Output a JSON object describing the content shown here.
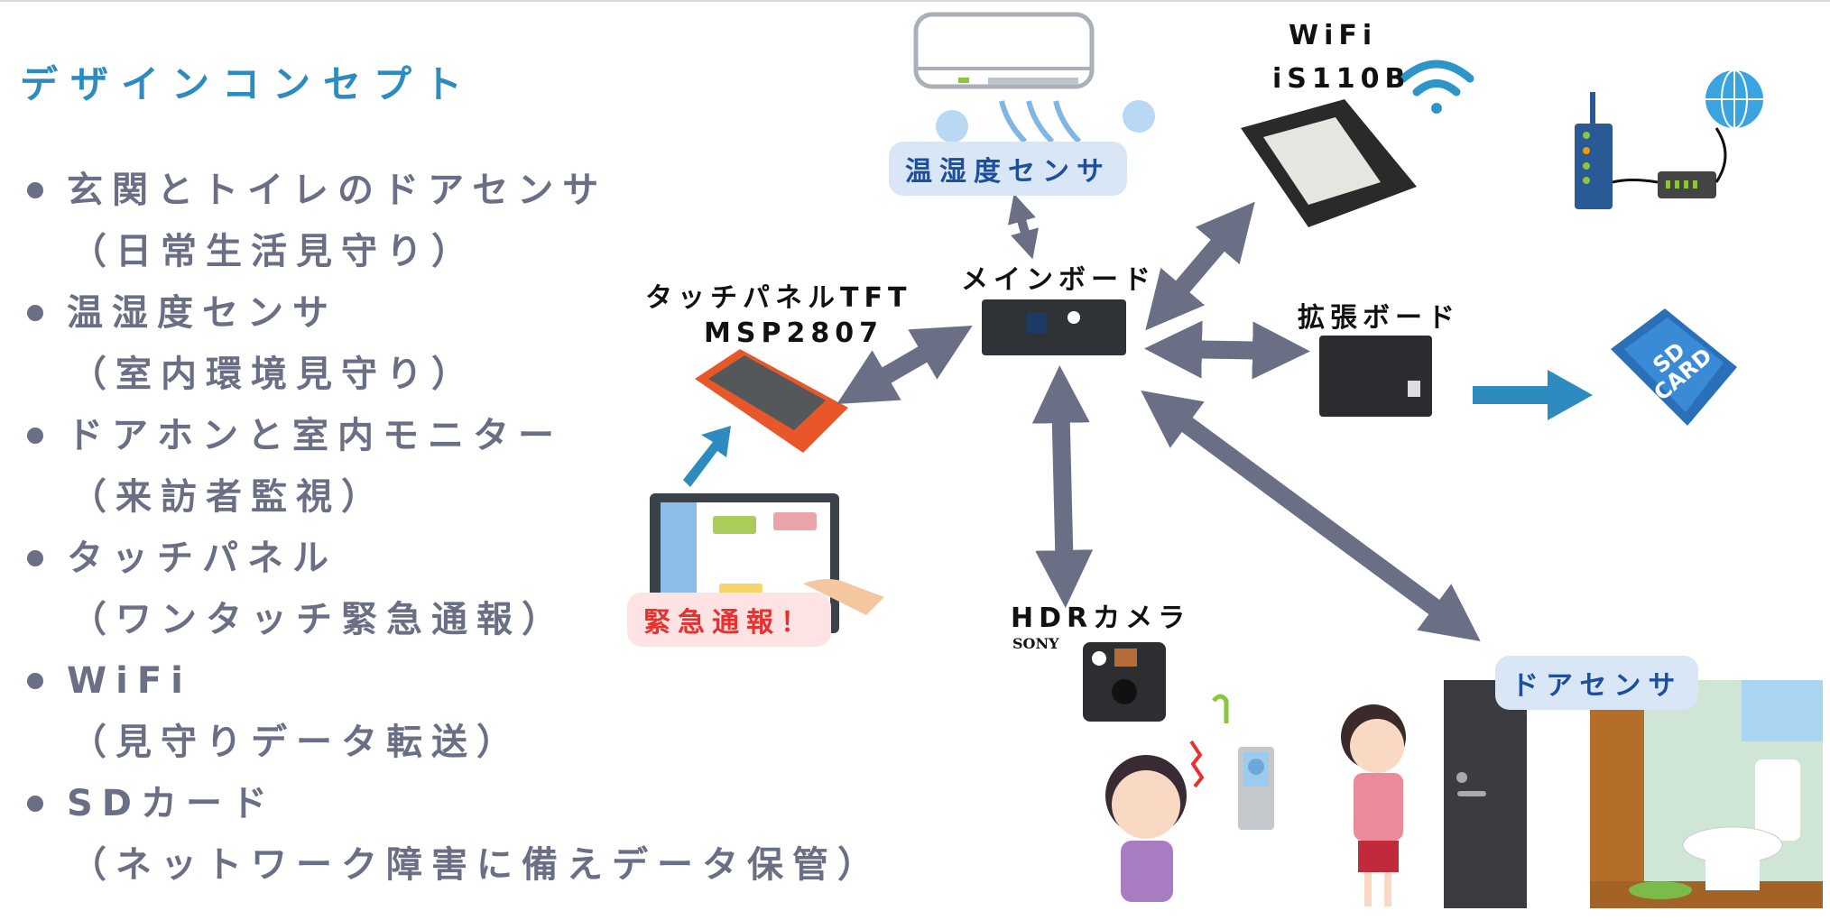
{
  "title": "デザインコンセプト",
  "concepts": [
    {
      "main": "玄関とトイレのドアセンサ",
      "sub": "（日常生活見守り）"
    },
    {
      "main": "温湿度センサ",
      "sub": "（室内環境見守り）"
    },
    {
      "main": "ドアホンと室内モニター",
      "sub": "（来訪者監視）"
    },
    {
      "main": "タッチパネル",
      "sub": "（ワンタッチ緊急通報）"
    },
    {
      "main": "WiFi",
      "sub": "（見守りデータ転送）"
    },
    {
      "main": "SDカード",
      "sub": "（ネットワーク障害に備えデータ保管）"
    }
  ],
  "diagram": {
    "main_board": "メインボード",
    "touch_panel": {
      "line1": "タッチパネルTFT",
      "line2": "MSP2807"
    },
    "emergency_badge": "緊急通報！",
    "temp_sensor_badge": "温湿度センサ",
    "wifi": {
      "line1": "WiFi",
      "line2": "iS110B"
    },
    "expansion_board": "拡張ボード",
    "hdr_camera": "HDRカメラ",
    "sony_logo": "SONY",
    "door_sensor_badge": "ドアセンサ",
    "sd_card": {
      "line1": "SD",
      "line2": "CARD"
    }
  },
  "colors": {
    "title": "#2e8bc0",
    "text": "#6b6f85",
    "arrow_gray": "#6b6f85",
    "arrow_blue": "#2e8bc0"
  }
}
